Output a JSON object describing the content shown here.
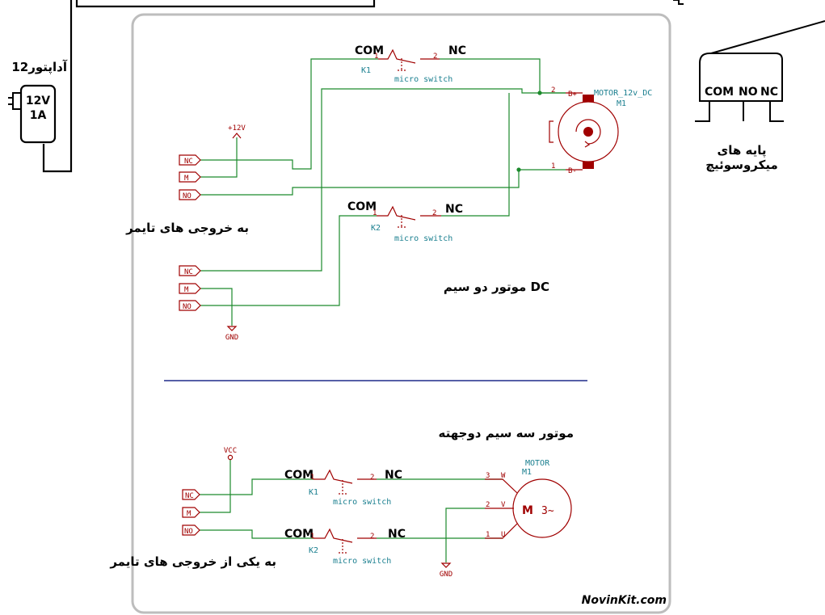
{
  "adapter": {
    "title": "آداپتور12",
    "voltage": "12V",
    "current": "1A"
  },
  "micro_switch_pins": {
    "com": "COM",
    "no": "NO",
    "nc": "NC",
    "caption_line1": "پایه های",
    "caption_line2": "میکروسوئیچ"
  },
  "circuit_dc": {
    "switch_k1": {
      "com": "COM",
      "nc": "NC",
      "ref": "K1",
      "value": "micro switch",
      "pin1": "1",
      "pin2": "2"
    },
    "switch_k2": {
      "com": "COM",
      "nc": "NC",
      "ref": "K2",
      "value": "micro switch",
      "pin1": "1",
      "pin2": "2"
    },
    "motor": {
      "value": "MOTOR_12v_DC",
      "ref": "M1",
      "pin_plus": "B+",
      "pin_minus": "B-",
      "pin2": "2",
      "pin1": "1"
    },
    "supply": "+12V",
    "gnd": "GND",
    "ports_top": [
      "NC",
      "M",
      "NO"
    ],
    "ports_bottom": [
      "NC",
      "M",
      "NO"
    ],
    "timer_label": "به خروجی های تایمر",
    "title": "موتور دو سیم DC"
  },
  "circuit_ac": {
    "title": "موتور سه سیم دوجهته",
    "supply": "VCC",
    "gnd": "GND",
    "ports": [
      "NC",
      "M",
      "NO"
    ],
    "switch_k1": {
      "com": "COM",
      "nc": "NC",
      "ref": "K1",
      "value": "micro switch",
      "pin1": "1",
      "pin2": "2"
    },
    "switch_k2": {
      "com": "COM",
      "nc": "NC",
      "ref": "K2",
      "value": "micro switch",
      "pin1": "1",
      "pin2": "2"
    },
    "motor": {
      "value": "MOTOR",
      "ref": "M1",
      "symbol_m": "M",
      "symbol_phase": "3~",
      "pin_w": "W",
      "pin_v": "V",
      "pin_u": "U",
      "pin3": "3",
      "pin2": "2",
      "pin1": "1"
    },
    "timer_label": "به یکی از خروجی های تایمر"
  },
  "watermark": "NovinKit.com",
  "colors": {
    "wire": "#1c8a2c",
    "part": "#a00000",
    "divider": "#1f2a8a",
    "frame": "#bdbdbd"
  }
}
